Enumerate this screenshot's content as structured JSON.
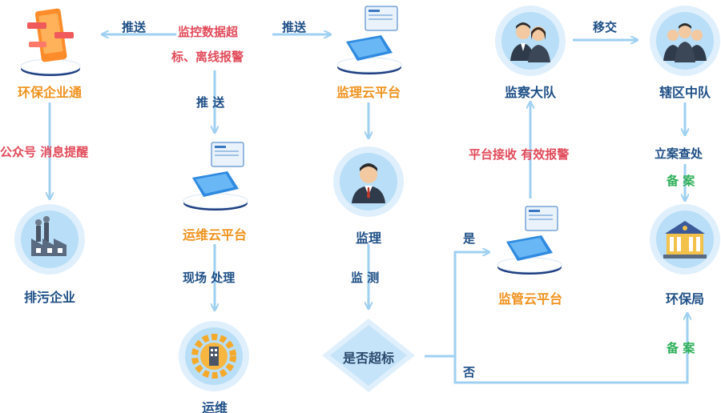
{
  "nodes": {
    "hbqyt": "环保企业通",
    "pwqy": "排污企业",
    "ywypt": "运维云平台",
    "yw": "运维",
    "jlypt": "监理云平台",
    "jl": "监理",
    "sfcb": "是否超标",
    "jgypt": "监管云平台",
    "jcdd": "监察大队",
    "xqzd": "辖区中队",
    "hbj": "环保局"
  },
  "labels": {
    "alarm_line1": "监控数据超",
    "alarm_line2": "标、离线报警",
    "push_left": "推送",
    "push_right": "推送",
    "push_down": "推 送",
    "gzh_notice": "公众号  消息提醒",
    "onsite": "现场  处理",
    "monitor": "监  测",
    "yes": "是",
    "no": "否",
    "platform_receive": "平台接收  有效报警",
    "transfer": "移交",
    "case_handle": "立案查处",
    "record1": "备  案",
    "record2": "备  案"
  },
  "colors": {
    "edge": "#9fd0f2",
    "node_circle": "#dff0fc",
    "node_circle_inner": "#b9def7",
    "text_blue": "#1e4f86",
    "text_red": "#e24a5a",
    "text_orange": "#f0921e",
    "text_green": "#2fb05a"
  }
}
